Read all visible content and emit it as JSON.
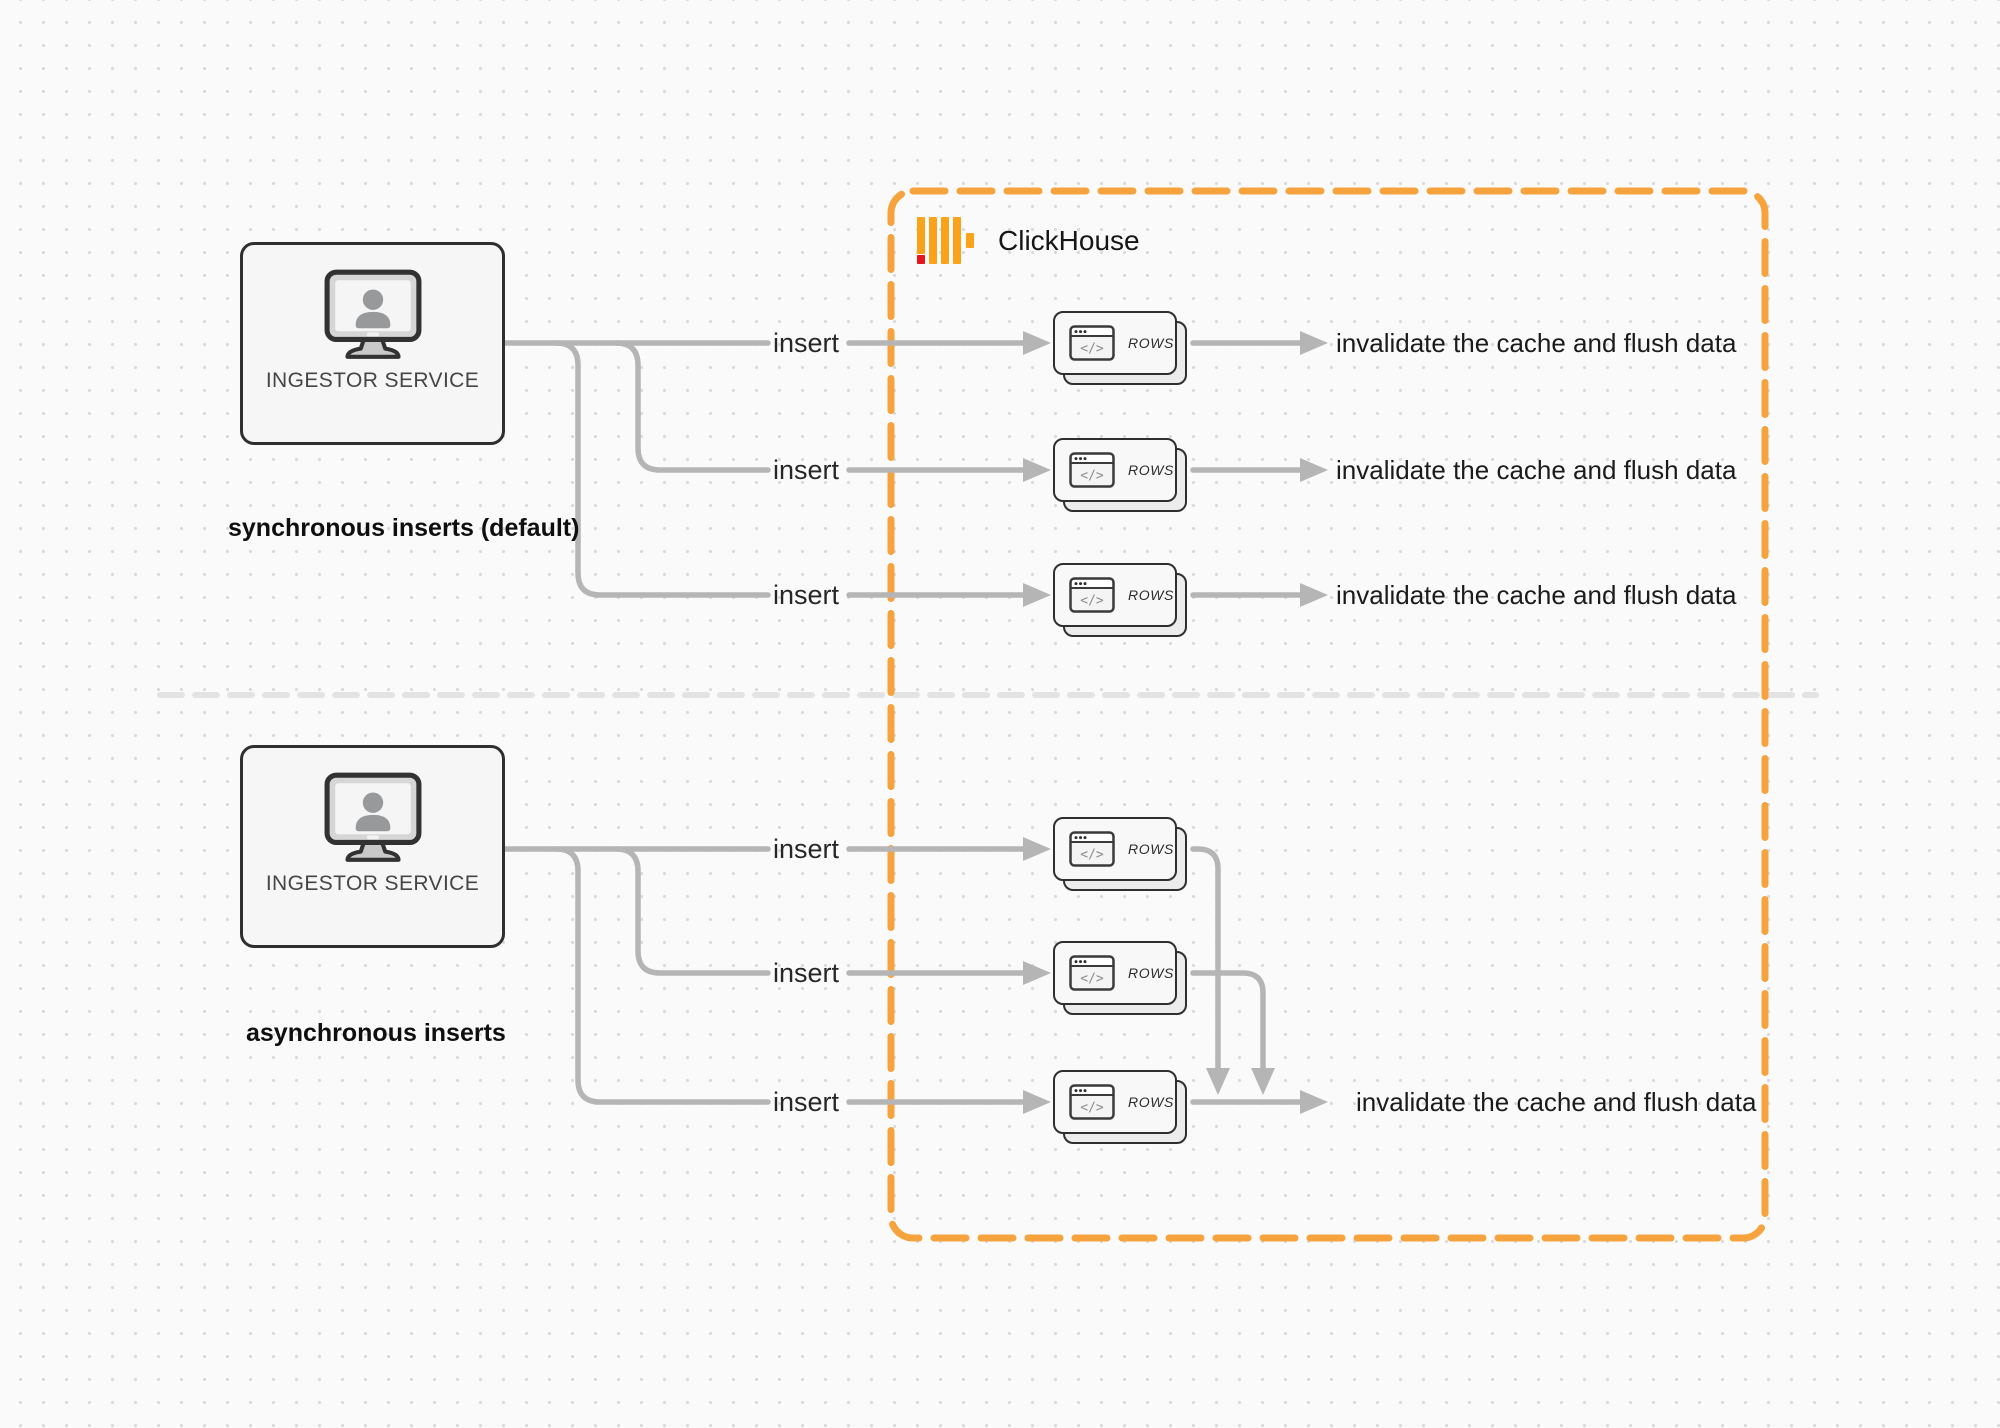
{
  "clickhouse": {
    "title": "ClickHouse"
  },
  "sync_section": {
    "source": {
      "label": "INGESTOR SERVICE"
    },
    "caption": "synchronous inserts (default)",
    "rows": [
      {
        "insert_label": "insert",
        "card_label": "ROWS",
        "result_label": "invalidate the cache and flush data"
      },
      {
        "insert_label": "insert",
        "card_label": "ROWS",
        "result_label": "invalidate the cache and flush data"
      },
      {
        "insert_label": "insert",
        "card_label": "ROWS",
        "result_label": "invalidate the cache and flush data"
      }
    ]
  },
  "async_section": {
    "source": {
      "label": "INGESTOR SERVICE"
    },
    "caption": "asynchronous inserts",
    "rows": [
      {
        "insert_label": "insert",
        "card_label": "ROWS"
      },
      {
        "insert_label": "insert",
        "card_label": "ROWS"
      },
      {
        "insert_label": "insert",
        "card_label": "ROWS"
      }
    ],
    "result_label": "invalidate the cache and flush data"
  },
  "colors": {
    "boundary_orange": "#f6a33e",
    "logo_yellow": "#faa31a",
    "logo_red": "#e8141e",
    "connector_gray": "#b5b5b5",
    "divider_gray": "#e3e3e3",
    "box_border": "#2d2f31"
  }
}
